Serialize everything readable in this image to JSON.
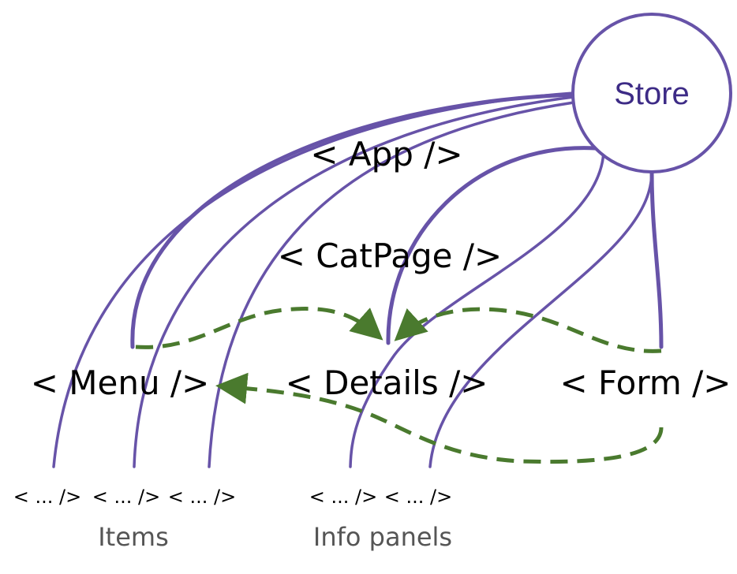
{
  "store": {
    "label": "Store"
  },
  "components": {
    "app": "< App />",
    "catpage": "< CatPage />",
    "menu": "< Menu />",
    "details": "< Details />",
    "form": "< Form />"
  },
  "children": {
    "item1": "< ... />",
    "item2": "< ... />",
    "item3": "< ... />",
    "panel1": "< ... />",
    "panel2": "< ... />"
  },
  "groups": {
    "items": "Items",
    "info_panels": "Info panels"
  },
  "colors": {
    "store_stroke": "#6753a8",
    "store_text": "#3d2b86",
    "link": "#6753a8",
    "event_arrow": "#4a7a2e",
    "label": "#000000",
    "group_label": "#555555"
  }
}
